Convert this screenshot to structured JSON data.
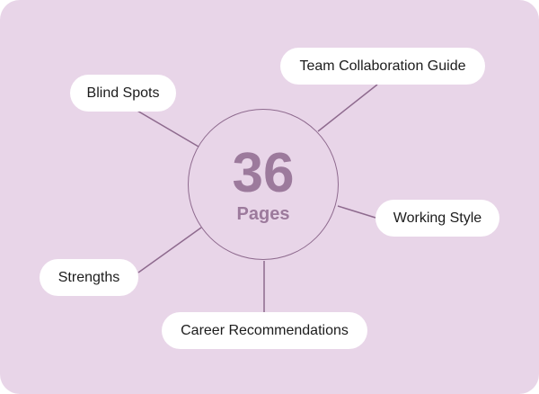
{
  "center": {
    "number": "36",
    "unit": "Pages"
  },
  "nodes": {
    "team_collaboration": "Team Collaboration Guide",
    "blind_spots": "Blind Spots",
    "working_style": "Working Style",
    "strengths": "Strengths",
    "career_recommendations": "Career Recommendations"
  },
  "colors": {
    "background": "#e8d5e8",
    "accent": "#9c7a9c",
    "line": "#8e6a8e",
    "pill": "#ffffff",
    "text": "#1c1c1c"
  }
}
